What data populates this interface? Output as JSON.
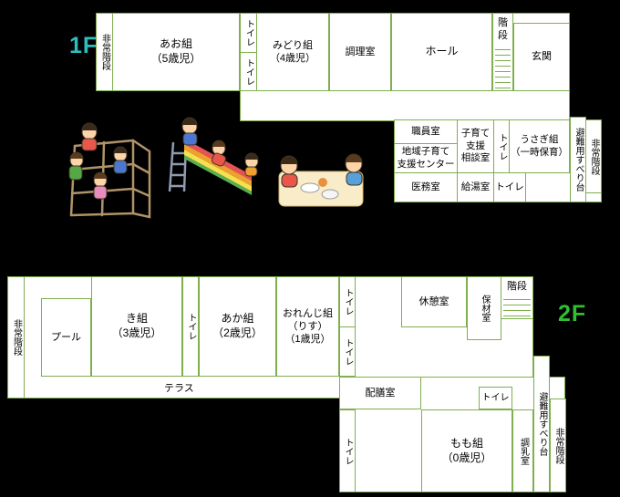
{
  "colors": {
    "background": "#000000",
    "plan_fill": "#ffffff",
    "plan_border": "#7fae4e",
    "text": "#000000",
    "floor1_label": "#2bbfbf",
    "floor2_label": "#2fbf2f"
  },
  "floor1": {
    "label": "1F",
    "rooms": {
      "emergency_stairs_west": "非常階段",
      "ao_class": "あお組\n（5歳児）",
      "toilet_north": "トイレ",
      "toilet_south": "トイレ",
      "midori_class": "みどり組\n（4歳児）",
      "kitchen": "調理室",
      "hall": "ホール",
      "stairs": "階段",
      "entrance": "玄関",
      "staff_room": "職員室",
      "support_center": "地域子育て\n支援センター",
      "consultation_room": "子育て\n支援\n相談室",
      "toilet_center": "トイレ",
      "usagi_class": "うさぎ組\n（一時保育）",
      "medical_room": "医務室",
      "hot_water_room": "給湯室",
      "toilet_east": "トイレ",
      "escape_slide": "避難用すべり台",
      "emergency_stairs_east": "非常階段"
    }
  },
  "floor2": {
    "label": "2F",
    "rooms": {
      "emergency_stairs_west": "非常階段",
      "pool": "プール",
      "ki_class": "き組\n（3歳児）",
      "toilet_west": "トイレ",
      "aka_class": "あか組\n（2歳児）",
      "orange_class": "おれんじ組\n（りす）\n（1歳児）",
      "toilet_mid_north": "トイレ",
      "toilet_mid_south": "トイレ",
      "terrace": "テラス",
      "rest_room": "休憩室",
      "materials_room": "保材室",
      "stairs": "階段",
      "serving_room": "配膳室",
      "toilet_east_small": "トイレ",
      "momo_class": "もも組\n（0歳児）",
      "milk_room": "調乳室",
      "toilet_south": "トイレ",
      "escape_slide": "避難用すべり台",
      "emergency_stairs_east": "非常階段"
    }
  }
}
